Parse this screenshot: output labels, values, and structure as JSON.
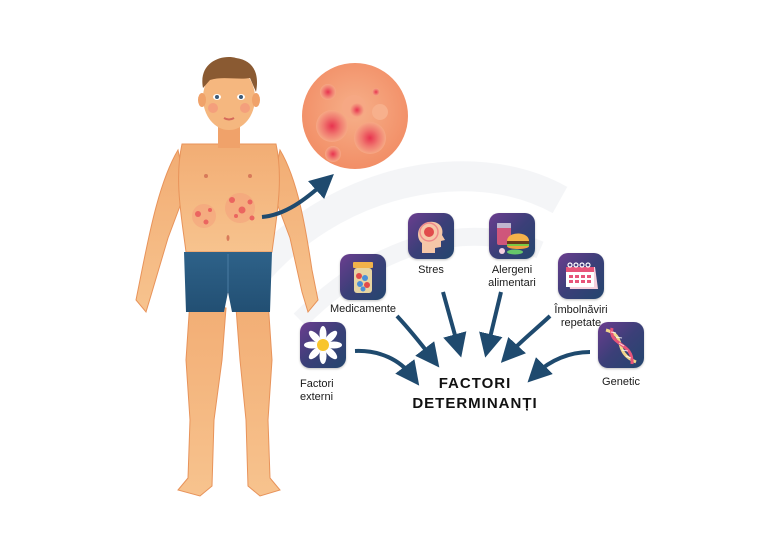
{
  "diagram": {
    "center_title_line1": "FACTORI",
    "center_title_line2": "DETERMINANȚI",
    "factors": [
      {
        "id": "factori-externi",
        "label_line1": "Factori",
        "label_line2": "externi",
        "icon": "daisy-flower-icon"
      },
      {
        "id": "medicamente",
        "label_line1": "Medicamente",
        "label_line2": "",
        "icon": "pill-bottle-icon"
      },
      {
        "id": "stres",
        "label_line1": "Stres",
        "label_line2": "",
        "icon": "stressed-head-icon"
      },
      {
        "id": "alergeni-alimentari",
        "label_line1": "Alergeni",
        "label_line2": "alimentari",
        "icon": "food-burger-drink-icon"
      },
      {
        "id": "imbolnaviri-repetate",
        "label_line1": "Îmbolnăviri",
        "label_line2": "repetate",
        "icon": "calendar-icon"
      },
      {
        "id": "genetic",
        "label_line1": "Genetic",
        "label_line2": "",
        "icon": "dna-helix-icon"
      }
    ],
    "colors": {
      "arrow": "#1f4a6e",
      "icon_bg_top": "#6b3d8f",
      "icon_bg_bottom": "#23466e",
      "skin": "#f3b27a",
      "shorts": "#2a5a80",
      "rash_zoom": "#f4a27a"
    },
    "illustration": {
      "figure": "boy-with-skin-rash",
      "zoom_circle": "rash-magnified"
    }
  }
}
